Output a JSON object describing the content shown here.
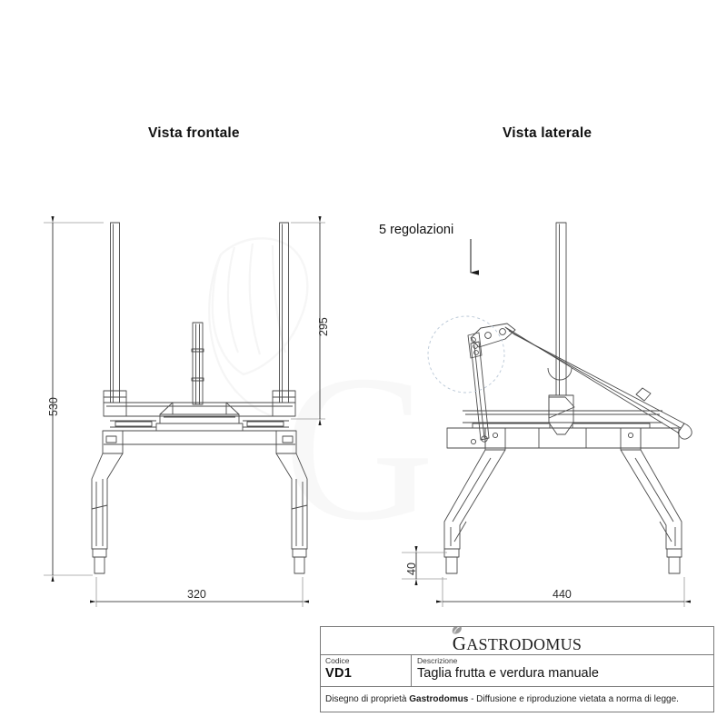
{
  "sheet": {
    "background_color": "#ffffff",
    "line_color": "#4a4a4a",
    "watermark_color": "#f2f2f2"
  },
  "views": {
    "front": {
      "title": "Vista frontale"
    },
    "side": {
      "title": "Vista laterale"
    }
  },
  "annotations": {
    "regolazioni": "5 regolazioni"
  },
  "dimensions": {
    "height_total": "530",
    "height_upper": "295",
    "foot_height": "40",
    "width_front": "320",
    "depth_side": "440"
  },
  "title_block": {
    "logo_initial": "G",
    "logo_rest": "ASTRODOMUS",
    "logo_full": "Gastrodomus",
    "codice_caption": "Codice",
    "codice_value": "VD1",
    "descrizione_caption": "Descrizione",
    "descrizione_value": "Taglia frutta e verdura manuale",
    "footer_prefix": "Disegno di proprietà ",
    "footer_brand": "Gastrodomus",
    "footer_suffix": " - Diffusione e riproduzione vietata a norma di legge."
  }
}
